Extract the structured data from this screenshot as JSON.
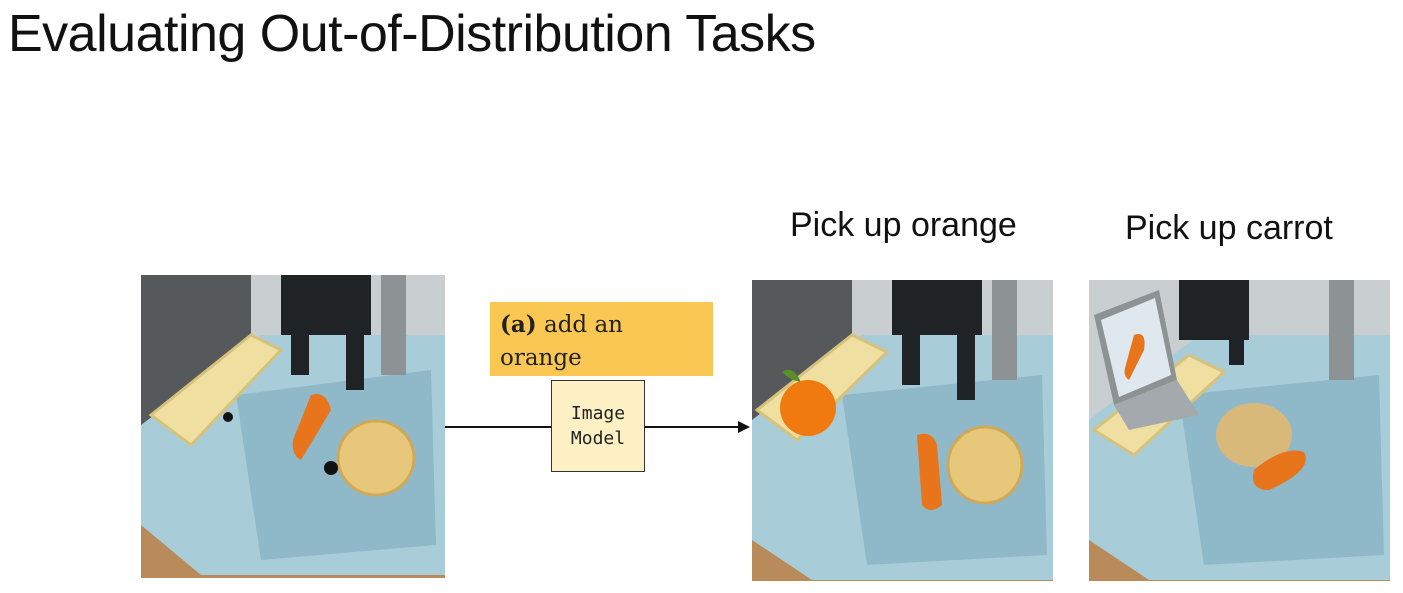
{
  "slide": {
    "title": "Evaluating Out-of-Distribution Tasks"
  },
  "prompt": {
    "tag": "(a)",
    "text": " add an orange"
  },
  "model": {
    "line1": "Image",
    "line2": "Model"
  },
  "outputs": [
    {
      "caption": "Pick up orange"
    },
    {
      "caption": "Pick up carrot"
    }
  ],
  "colors": {
    "prompt_bg": "#f9c752",
    "model_bg": "#fdf0c4",
    "sink": "#a9cdd8",
    "basket": "#efdfa0",
    "carrot": "#e8741c",
    "orange": "#f07a10",
    "plate": "#e7c77a"
  }
}
